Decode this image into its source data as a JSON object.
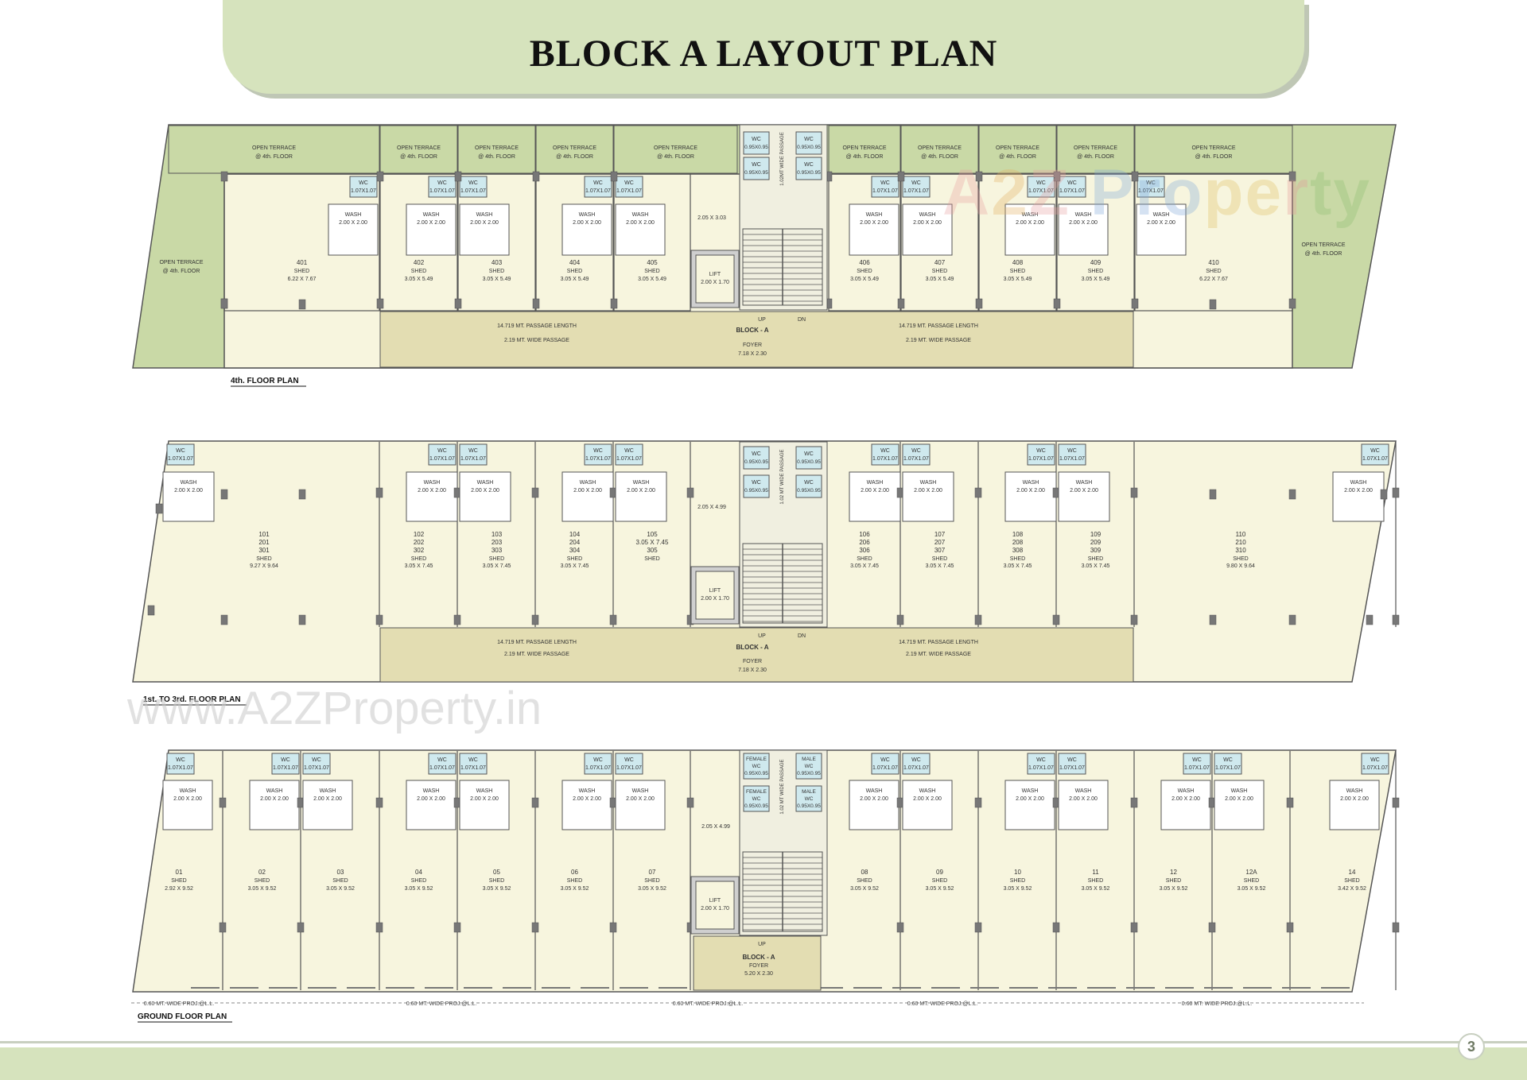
{
  "title": "BLOCK A LAYOUT PLAN",
  "page_number": "3",
  "watermark": {
    "url": "www.A2ZProperty.in",
    "logo": "A2Z Property"
  },
  "colors": {
    "banner": "#d6e3bd",
    "terrace": "#c9d9a6",
    "unit": "#f7f5de",
    "passage": "#e3ddb2",
    "wc": "#cfe9ee",
    "wall": "#555555"
  },
  "common": {
    "block": "BLOCK - A",
    "passage_length": "14.719 MT.  PASSAGE LENGTH",
    "passage_width": "2.19 MT. WIDE PASSAGE",
    "foyer": "FOYER",
    "foyer_upper": "7.18 X 2.30",
    "foyer_ground": "5.20 X 2.30",
    "lift": "LIFT",
    "lift_size": "2.00 X 1.70",
    "up": "UP",
    "dn": "DN",
    "wc": "WC",
    "wc_size": "1.07X1.07",
    "wc_core": "0.95X0.95",
    "wash": "WASH",
    "wash_size": "2.00 X 2.00",
    "shed": "SHED",
    "open_terrace": "OPEN TERRACE",
    "at_floor": "@ 4th. FLOOR",
    "core_passage_4": "1.02MT WIDE PASSAGE",
    "core_passage": "1.02 MT WIDE PASSAGE",
    "lobby_4": "2.05 X 3.03",
    "lobby": "2.05 X 4.99",
    "female": "FEMALE",
    "male": "MALE",
    "proj": "0.60 MT. WIDE PROJ.@L.L."
  },
  "floors": {
    "fourth": {
      "label": "4th. FLOOR PLAN",
      "units": [
        {
          "no": "401",
          "size": "6.22 X 7.67"
        },
        {
          "no": "402",
          "size": "3.05 X 5.49"
        },
        {
          "no": "403",
          "size": "3.05 X 5.49"
        },
        {
          "no": "404",
          "size": "3.05 X 5.49"
        },
        {
          "no": "405",
          "size": "3.05 X 5.49"
        },
        {
          "no": "406",
          "size": "3.05 X 5.49"
        },
        {
          "no": "407",
          "size": "3.05 X 5.49"
        },
        {
          "no": "408",
          "size": "3.05 X 5.49"
        },
        {
          "no": "409",
          "size": "3.05 X 5.49"
        },
        {
          "no": "410",
          "size": "6.22 X 7.67"
        }
      ]
    },
    "typical": {
      "label": "1st. TO 3rd. FLOOR PLAN",
      "units": [
        {
          "no": [
            "101",
            "201",
            "301"
          ],
          "size": "9.27 X 9.64"
        },
        {
          "no": [
            "102",
            "202",
            "302"
          ],
          "size": "3.05 X 7.45"
        },
        {
          "no": [
            "103",
            "203",
            "303"
          ],
          "size": "3.05 X 7.45"
        },
        {
          "no": [
            "104",
            "204",
            "304"
          ],
          "size": "3.05 X 7.45"
        },
        {
          "no": [
            "105",
            "3.05 X 7.45",
            "305"
          ],
          "size": ""
        },
        {
          "no": [
            "106",
            "206",
            "306"
          ],
          "size": "3.05 X 7.45"
        },
        {
          "no": [
            "107",
            "207",
            "307"
          ],
          "size": "3.05 X 7.45"
        },
        {
          "no": [
            "108",
            "208",
            "308"
          ],
          "size": "3.05 X 7.45"
        },
        {
          "no": [
            "109",
            "209",
            "309"
          ],
          "size": "3.05 X 7.45"
        },
        {
          "no": [
            "110",
            "210",
            "310"
          ],
          "size": "9.80 X 9.64"
        }
      ]
    },
    "ground": {
      "label": "GROUND FLOOR PLAN",
      "units": [
        {
          "no": "01",
          "size": "2.92 X 9.52"
        },
        {
          "no": "02",
          "size": "3.05 X 9.52"
        },
        {
          "no": "03",
          "size": "3.05 X 9.52"
        },
        {
          "no": "04",
          "size": "3.05 X 9.52"
        },
        {
          "no": "05",
          "size": "3.05 X 9.52"
        },
        {
          "no": "06",
          "size": "3.05 X 9.52"
        },
        {
          "no": "07",
          "size": "3.05 X 9.52"
        },
        {
          "no": "08",
          "size": "3.05 X 9.52"
        },
        {
          "no": "09",
          "size": "3.05 X 9.52"
        },
        {
          "no": "10",
          "size": "3.05 X 9.52"
        },
        {
          "no": "11",
          "size": "3.05 X 9.52"
        },
        {
          "no": "12",
          "size": "3.05 X 9.52"
        },
        {
          "no": "12A",
          "size": "3.05 X 9.52"
        },
        {
          "no": "14",
          "size": "3.42 X 9.52"
        }
      ]
    }
  }
}
